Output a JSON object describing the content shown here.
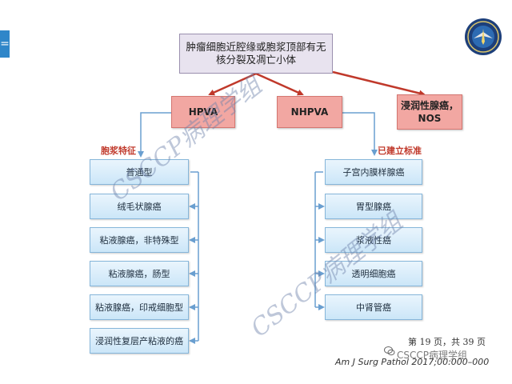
{
  "menu_glyph": "=",
  "top_box": {
    "line1": "肿瘤细胞近腔缘或胞浆顶部有无",
    "line2": "核分裂及凋亡小体"
  },
  "categories": {
    "hpva": "HPVA",
    "nhpva": "NHPVA",
    "invasive_line1": "浸润性腺癌，",
    "invasive_line2": "NOS"
  },
  "labels": {
    "left": "胞浆特征",
    "right": "已建立标准"
  },
  "left_items": [
    "普通型",
    "绒毛状腺癌",
    "粘液腺癌，非特殊型",
    "粘液腺癌，肠型",
    "粘液腺癌，印戒细胞型",
    "浸润性复层产粘液的癌"
  ],
  "right_items": [
    "子宫内膜样腺癌",
    "胃型腺癌",
    "浆液性癌",
    "透明细胞癌",
    "中肾管癌"
  ],
  "footer": {
    "page": "第 19 页，共 39 页",
    "citation": "Am J Surg Pathol 2017;00:000–000"
  },
  "watermark": {
    "text": "CSCCP病理学组"
  },
  "colors": {
    "arrow_red": "#c0392b",
    "arrow_blue": "#6a9fd0"
  }
}
